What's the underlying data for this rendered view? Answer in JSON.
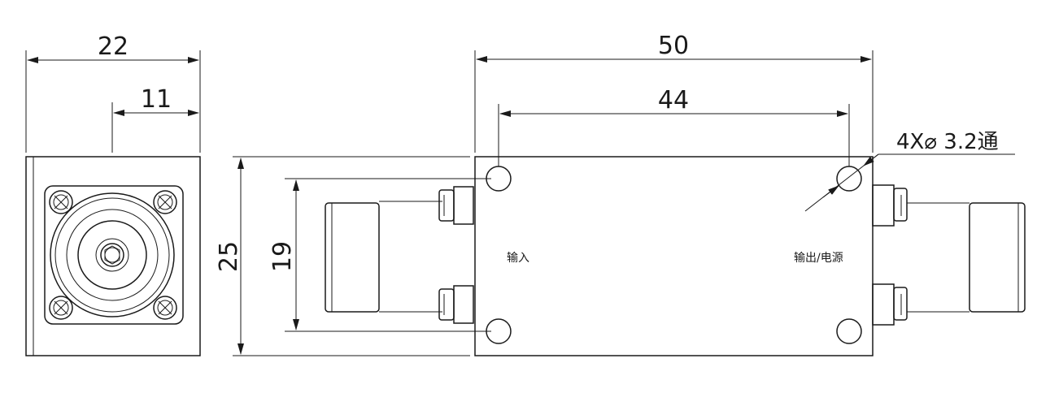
{
  "dimensions": {
    "side_width": "22",
    "side_half": "11",
    "length": "50",
    "hole_spacing": "44",
    "height": "25",
    "hole_height": "19",
    "holes": "4X⌀ 3.2通"
  },
  "labels": {
    "input": "输入",
    "output": "输出/电源"
  }
}
